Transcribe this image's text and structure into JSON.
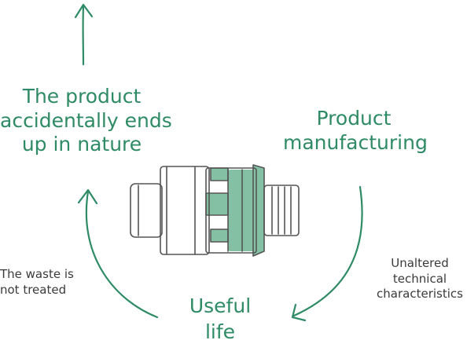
{
  "labels": {
    "nature": [
      "The product",
      "accidentally ends",
      "up in nature"
    ],
    "manufacturing": [
      "Product",
      "manufacturing"
    ],
    "useful_life": [
      "Useful",
      "life"
    ],
    "waste": [
      "The waste is",
      "not treated"
    ],
    "technical": [
      "Unaltered",
      "technical",
      "characteristics"
    ]
  },
  "colors": {
    "accent": "#2e8b66",
    "highlight": "#6fb693",
    "text_dark": "#3a3a3a",
    "sketch": "#555555"
  },
  "icons": {
    "product": "connector-part-sketch",
    "arrows": [
      "arrow-up",
      "arrow-curved-left-up",
      "arrow-curved-down-left"
    ]
  }
}
